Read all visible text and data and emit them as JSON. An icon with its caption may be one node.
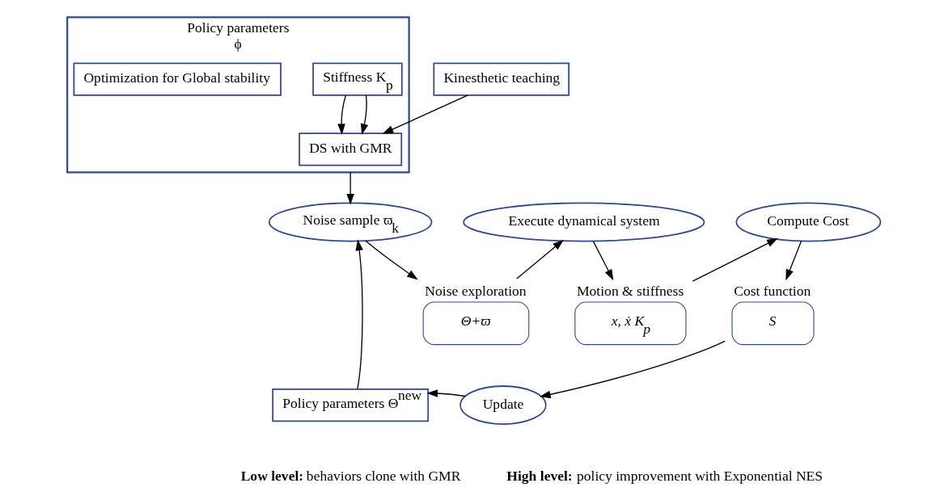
{
  "diagram": {
    "nodes": [
      {
        "text": [
          "Policy parameters",
          "ϕ"
        ]
      },
      {
        "text": [
          "Stiffness K$_{p}$"
        ],
        "in": 0
      },
      {
        "text": [
          "DS with GMR"
        ],
        "in": 0
      },
      {
        "text": [
          "Optimization for Global stability"
        ],
        "in": 0
      },
      {
        "text": [
          "Kinesthetic teaching"
        ]
      },
      {
        "text": [
          "Noise exploration",
          "Θ+ϖ"
        ]
      },
      {
        "text": [
          "Motion & stiffness",
          "x, ẋ K$_{p}$"
        ]
      },
      {
        "text": [
          "Cost function",
          "S"
        ]
      },
      {
        "text": [
          "Noise sample ϖ$_{k}$"
        ]
      },
      {
        "text": [
          "Execute dynamical system"
        ]
      },
      {
        "text": [
          "Compute Cost"
        ]
      },
      {
        "text": [
          "Policy parameters Θ$^{new}$"
        ]
      },
      {
        "text": [
          "Update"
        ]
      }
    ],
    "edges": [
      {
        "from": 1,
        "to": 2,
        "arrow": "to"
      },
      {
        "from": 1,
        "to": 2,
        "arrow": "to"
      },
      {
        "from": 4,
        "to": 2,
        "arrow": "to"
      },
      {
        "from": 0,
        "to": 8,
        "arrow": "to"
      },
      {
        "from": 8,
        "to": 5,
        "arrow": "to"
      },
      {
        "from": 5,
        "to": 9,
        "arrow": "to"
      },
      {
        "from": 9,
        "to": 6,
        "arrow": "to"
      },
      {
        "from": 6,
        "to": 10,
        "arrow": "to"
      },
      {
        "from": 10,
        "to": 7,
        "arrow": "to"
      },
      {
        "from": 7,
        "to": 12,
        "arrow": "to"
      },
      {
        "from": 12,
        "to": 11,
        "arrow": "to"
      },
      {
        "from": 11,
        "to": 8,
        "arrow": "to"
      }
    ],
    "labels": [
      "**Low level:** behaviors clone with GMR",
      "**High level:** policy improvement with Exponential NES"
    ]
  }
}
